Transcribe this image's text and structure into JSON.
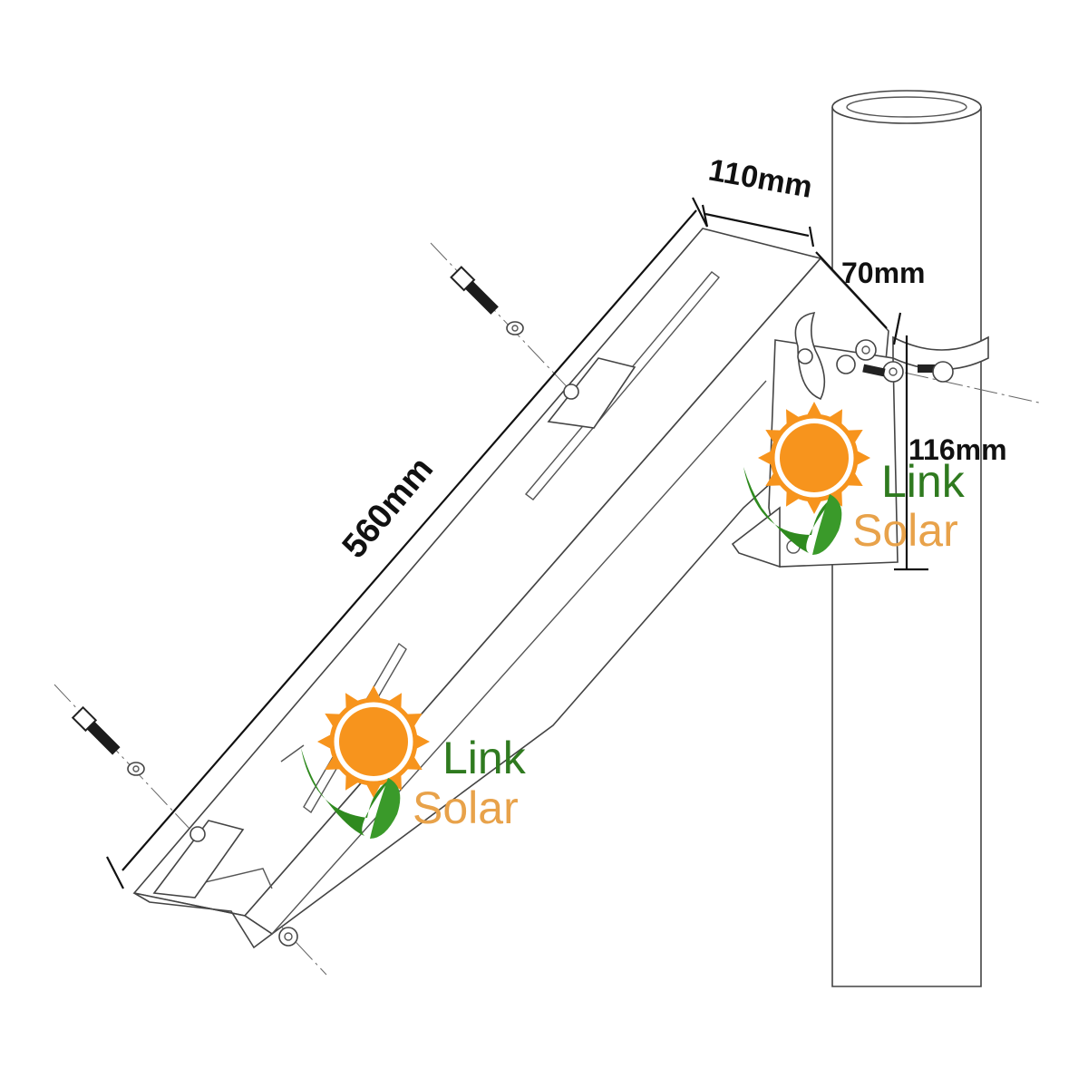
{
  "dimensions": {
    "length": "560mm",
    "top_width": "110mm",
    "side_depth": "70mm",
    "clamp_height": "116mm"
  },
  "logo": {
    "word1": "Link",
    "word2": "Solar",
    "colors": {
      "word1": "#2f7a1f",
      "word2": "#e8a24a",
      "sun": "#f7941d",
      "leaf": "#2f8a1f"
    }
  }
}
